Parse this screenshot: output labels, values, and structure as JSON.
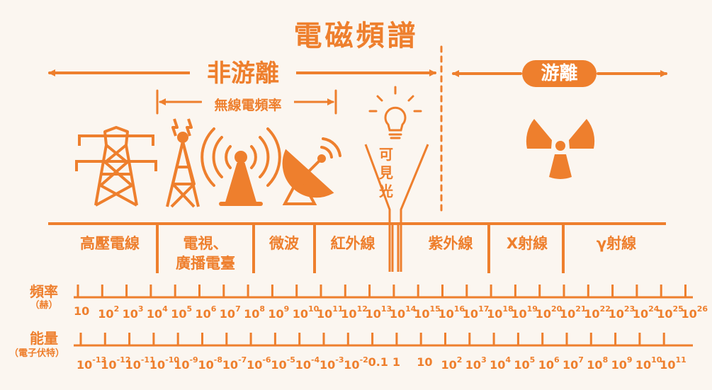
{
  "title": "電磁頻譜",
  "non_ionizing": "非游離",
  "ionizing": "游離",
  "radio_frequency": "無線電頻率",
  "visible_light": [
    "可",
    "見",
    "光"
  ],
  "bands": {
    "power_lines": "高壓電線",
    "tv_radio_line1": "電視、",
    "tv_radio_line2": "廣播電臺",
    "microwave": "微波",
    "infrared": "紅外線",
    "ultraviolet": "紫外線",
    "xray": "X射線",
    "gamma": "γ射線"
  },
  "frequency_axis": {
    "label": "頻率",
    "unit": "（赫）",
    "ticks": [
      {
        "base": "10",
        "exp": ""
      },
      {
        "base": "10",
        "exp": "2"
      },
      {
        "base": "10",
        "exp": "3"
      },
      {
        "base": "10",
        "exp": "4"
      },
      {
        "base": "10",
        "exp": "5"
      },
      {
        "base": "10",
        "exp": "6"
      },
      {
        "base": "10",
        "exp": "7"
      },
      {
        "base": "10",
        "exp": "8"
      },
      {
        "base": "10",
        "exp": "9"
      },
      {
        "base": "10",
        "exp": "10"
      },
      {
        "base": "10",
        "exp": "11"
      },
      {
        "base": "10",
        "exp": "12"
      },
      {
        "base": "10",
        "exp": "13"
      },
      {
        "base": "10",
        "exp": "14"
      },
      {
        "base": "10",
        "exp": "15"
      },
      {
        "base": "10",
        "exp": "16"
      },
      {
        "base": "10",
        "exp": "17"
      },
      {
        "base": "10",
        "exp": "18"
      },
      {
        "base": "10",
        "exp": "19"
      },
      {
        "base": "10",
        "exp": "20"
      },
      {
        "base": "10",
        "exp": "21"
      },
      {
        "base": "10",
        "exp": "22"
      },
      {
        "base": "10",
        "exp": "23"
      },
      {
        "base": "10",
        "exp": "24"
      },
      {
        "base": "10",
        "exp": "25"
      },
      {
        "base": "10",
        "exp": "26"
      }
    ]
  },
  "energy_axis": {
    "label": "能量",
    "unit": "（電子伏特）",
    "ticks": [
      {
        "base": "10",
        "exp": "-13"
      },
      {
        "base": "10",
        "exp": "-12"
      },
      {
        "base": "10",
        "exp": "-11"
      },
      {
        "base": "10",
        "exp": "-10"
      },
      {
        "base": "10",
        "exp": "-9"
      },
      {
        "base": "10",
        "exp": "-8"
      },
      {
        "base": "10",
        "exp": "-7"
      },
      {
        "base": "10",
        "exp": "-6"
      },
      {
        "base": "10",
        "exp": "-5"
      },
      {
        "base": "10",
        "exp": "-4"
      },
      {
        "base": "10",
        "exp": "-3"
      },
      {
        "base": "10",
        "exp": "-2"
      },
      {
        "base": "0.1",
        "exp": ""
      },
      {
        "base": "1",
        "exp": ""
      },
      {
        "base": "10",
        "exp": ""
      },
      {
        "base": "10",
        "exp": "2"
      },
      {
        "base": "10",
        "exp": "3"
      },
      {
        "base": "10",
        "exp": "4"
      },
      {
        "base": "10",
        "exp": "5"
      },
      {
        "base": "10",
        "exp": "6"
      },
      {
        "base": "10",
        "exp": "7"
      },
      {
        "base": "10",
        "exp": "8"
      },
      {
        "base": "10",
        "exp": "9"
      },
      {
        "base": "10",
        "exp": "10"
      },
      {
        "base": "10",
        "exp": "11"
      }
    ]
  },
  "icons": [
    "transmission-tower-icon",
    "radio-tower-icon",
    "broadcast-antenna-icon",
    "satellite-dish-icon",
    "light-bulb-icon",
    "radiation-icon"
  ],
  "colors": {
    "accent": "#EE7F2D",
    "background": "#FBF6F0"
  }
}
